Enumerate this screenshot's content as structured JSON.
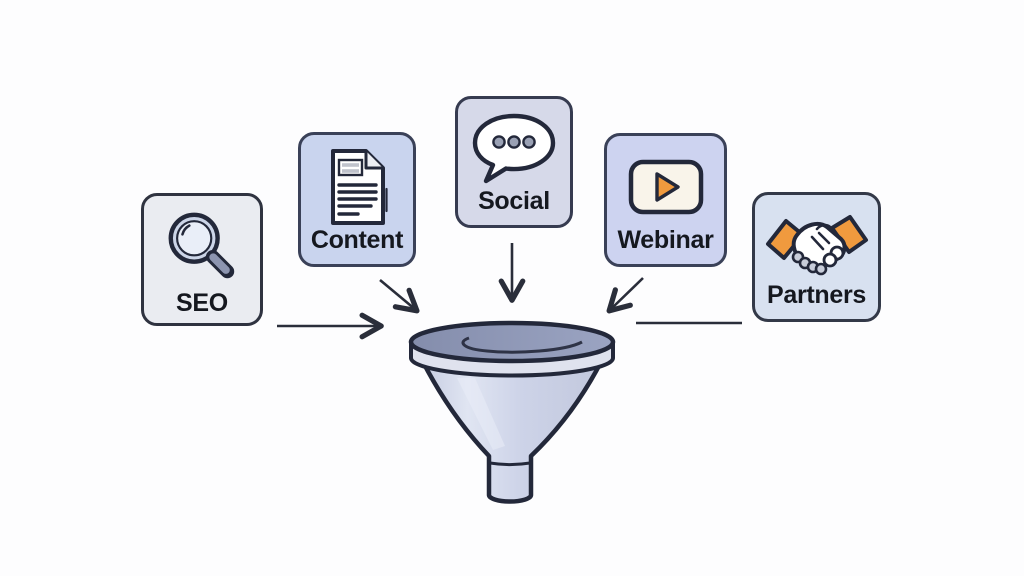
{
  "page": {
    "background": "#fdfdfe"
  },
  "diagram": {
    "type": "marketing-funnel-diagram",
    "channels": [
      {
        "label": "SEO",
        "icon": "magnifier-icon",
        "bg": "#eaecf1",
        "border": "#2f3340"
      },
      {
        "label": "Content",
        "icon": "document-icon",
        "bg": "#c9d4ee",
        "border": "#3a4158"
      },
      {
        "label": "Social",
        "icon": "chat-bubble-icon",
        "bg": "#d6d9e9",
        "border": "#363b50"
      },
      {
        "label": "Webinar",
        "icon": "video-player-icon",
        "bg": "#cdd3f0",
        "border": "#3a4158"
      },
      {
        "label": "Partners",
        "icon": "handshake-icon",
        "bg": "#d8e1f0",
        "border": "#333948"
      }
    ],
    "funnel": {
      "icon": "funnel-icon",
      "colors": {
        "opening": "#9099b8",
        "rim": "#dfe2ee",
        "cone": "#cfd5e9",
        "outline": "#23283a"
      }
    },
    "connectors": [
      {
        "from": "SEO",
        "to": "funnel",
        "arrowhead": true
      },
      {
        "from": "Content",
        "to": "funnel",
        "arrowhead": true
      },
      {
        "from": "Social",
        "to": "funnel",
        "arrowhead": true
      },
      {
        "from": "Webinar",
        "to": "funnel",
        "arrowhead": true
      },
      {
        "from": "Partners",
        "to": "funnel",
        "arrowhead": false
      }
    ],
    "accent_orange": "#f09a3e",
    "arrow_color": "#2a2e3a"
  }
}
